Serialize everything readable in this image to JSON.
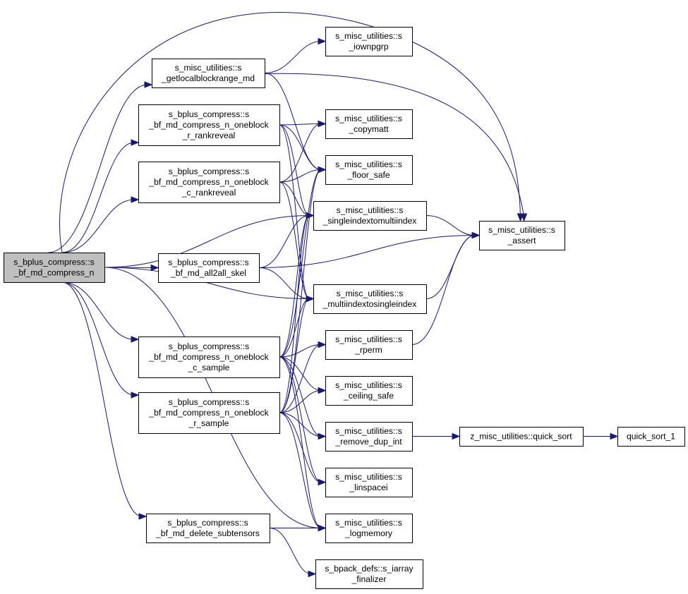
{
  "diagram": {
    "colors": {
      "edge": "#191970",
      "root_fill": "#bfbfbf",
      "node_fill": "#ffffff",
      "node_border": "#000000",
      "truncated_border": "#ff0000"
    },
    "nodes": [
      {
        "id": "root",
        "lines": [
          "s_bplus_compress::s",
          "_bf_md_compress_n"
        ],
        "style": "root"
      },
      {
        "id": "getlocal",
        "lines": [
          "s_misc_utilities::s",
          "_getlocalblockrange_md"
        ]
      },
      {
        "id": "iownpgrp",
        "lines": [
          "s_misc_utilities::s",
          "_iownpgrp"
        ]
      },
      {
        "id": "rrank",
        "lines": [
          "s_bplus_compress::s",
          "_bf_md_compress_n_oneblock",
          "_r_rankreveal"
        ]
      },
      {
        "id": "copymatt",
        "lines": [
          "s_misc_utilities::s",
          "_copymatt"
        ]
      },
      {
        "id": "floorsafe",
        "lines": [
          "s_misc_utilities::s",
          "_floor_safe"
        ]
      },
      {
        "id": "crank",
        "lines": [
          "s_bplus_compress::s",
          "_bf_md_compress_n_oneblock",
          "_c_rankreveal"
        ]
      },
      {
        "id": "single2multi",
        "lines": [
          "s_misc_utilities::s",
          "_singleindextomultiindex"
        ]
      },
      {
        "id": "assert",
        "lines": [
          "s_misc_utilities::s",
          "_assert"
        ]
      },
      {
        "id": "all2all",
        "lines": [
          "s_bplus_compress::s",
          "_bf_md_all2all_skel"
        ]
      },
      {
        "id": "multi2single",
        "lines": [
          "s_misc_utilities::s",
          "_multiindextosingleindex"
        ]
      },
      {
        "id": "csample",
        "lines": [
          "s_bplus_compress::s",
          "_bf_md_compress_n_oneblock",
          "_c_sample"
        ]
      },
      {
        "id": "rperm",
        "lines": [
          "s_misc_utilities::s",
          "_rperm"
        ]
      },
      {
        "id": "ceilsafe",
        "lines": [
          "s_misc_utilities::s",
          "_ceiling_safe"
        ]
      },
      {
        "id": "rsample",
        "lines": [
          "s_bplus_compress::s",
          "_bf_md_compress_n_oneblock",
          "_r_sample"
        ]
      },
      {
        "id": "removedup",
        "lines": [
          "s_misc_utilities::s",
          "_remove_dup_int"
        ]
      },
      {
        "id": "quicksort",
        "lines": [
          "z_misc_utilities::quick_sort"
        ]
      },
      {
        "id": "quicksort1",
        "lines": [
          "quick_sort_1"
        ],
        "style": "truncated"
      },
      {
        "id": "linspacei",
        "lines": [
          "s_misc_utilities::s",
          "_linspacei"
        ]
      },
      {
        "id": "delsub",
        "lines": [
          "s_bplus_compress::s",
          "_bf_md_delete_subtensors"
        ]
      },
      {
        "id": "logmemory",
        "lines": [
          "s_misc_utilities::s",
          "_logmemory"
        ]
      },
      {
        "id": "finalizer",
        "lines": [
          "s_bpack_defs::s_iarray",
          "_finalizer"
        ]
      }
    ],
    "edges": [
      [
        "root",
        "getlocal"
      ],
      [
        "root",
        "rrank"
      ],
      [
        "root",
        "crank"
      ],
      [
        "root",
        "all2all"
      ],
      [
        "root",
        "csample"
      ],
      [
        "root",
        "rsample"
      ],
      [
        "root",
        "delsub"
      ],
      [
        "root",
        "assert"
      ],
      [
        "root",
        "single2multi"
      ],
      [
        "root",
        "multi2single"
      ],
      [
        "root",
        "logmemory"
      ],
      [
        "getlocal",
        "iownpgrp"
      ],
      [
        "getlocal",
        "assert"
      ],
      [
        "getlocal",
        "floorsafe"
      ],
      [
        "rrank",
        "copymatt"
      ],
      [
        "rrank",
        "floorsafe"
      ],
      [
        "rrank",
        "single2multi"
      ],
      [
        "rrank",
        "multi2single"
      ],
      [
        "crank",
        "copymatt"
      ],
      [
        "crank",
        "floorsafe"
      ],
      [
        "crank",
        "single2multi"
      ],
      [
        "crank",
        "multi2single"
      ],
      [
        "all2all",
        "single2multi"
      ],
      [
        "all2all",
        "assert"
      ],
      [
        "all2all",
        "multi2single"
      ],
      [
        "single2multi",
        "assert"
      ],
      [
        "multi2single",
        "assert"
      ],
      [
        "rperm",
        "assert"
      ],
      [
        "csample",
        "floorsafe"
      ],
      [
        "csample",
        "single2multi"
      ],
      [
        "csample",
        "multi2single"
      ],
      [
        "csample",
        "rperm"
      ],
      [
        "csample",
        "ceilsafe"
      ],
      [
        "csample",
        "removedup"
      ],
      [
        "csample",
        "linspacei"
      ],
      [
        "csample",
        "logmemory"
      ],
      [
        "rsample",
        "floorsafe"
      ],
      [
        "rsample",
        "single2multi"
      ],
      [
        "rsample",
        "multi2single"
      ],
      [
        "rsample",
        "rperm"
      ],
      [
        "rsample",
        "ceilsafe"
      ],
      [
        "rsample",
        "removedup"
      ],
      [
        "rsample",
        "linspacei"
      ],
      [
        "rsample",
        "logmemory"
      ],
      [
        "removedup",
        "quicksort"
      ],
      [
        "quicksort",
        "quicksort1"
      ],
      [
        "delsub",
        "logmemory"
      ],
      [
        "delsub",
        "finalizer"
      ]
    ]
  }
}
